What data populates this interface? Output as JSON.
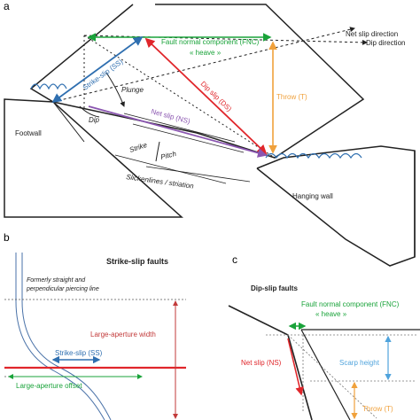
{
  "panel_a": {
    "panel_label": "a",
    "labels": {
      "net_slip_direction": "Net slip direction",
      "dip_direction": "Dip direction",
      "fault_normal_component": "Fault normal component (FNC)",
      "heave": "« heave »",
      "strike_slip": "Strike-slip (SS)",
      "dip_slip": "Dip slip (DS)",
      "throw": "Throw (T)",
      "plunge": "Plunge",
      "dip": "Dip",
      "net_slip": "Net slip (NS)",
      "strike": "Strike",
      "pitch": "Pitch",
      "slickenlines": "Slickenlines / striation",
      "footwall": "Footwall",
      "hanging_wall": "Hanging wall"
    }
  },
  "panel_b": {
    "panel_label": "b",
    "title": "Strike-slip faults",
    "note_line1": "Formerly straight and",
    "note_line2": "perpendicular piercing line",
    "large_aperture_width": "Large-aperture width",
    "strike_slip": "Strike-slip (SS)",
    "large_aperture_offset": "Large-aperture offset"
  },
  "panel_c": {
    "panel_label": "c",
    "title": "Dip-slip faults",
    "fault_normal_component": "Fault normal component (FNC)",
    "heave": "« heave »",
    "net_slip": "Net slip (NS)",
    "scarp_height": "Scarp height",
    "throw": "Throw (T)"
  },
  "colors": {
    "green": "#1aa33a",
    "blue": "#2f6fb0",
    "red": "#e0262b",
    "orange": "#f0a13c",
    "purple": "#8a55b0",
    "light_blue": "#4fa3dc",
    "text": "#222222",
    "dark_red": "#c23a3a"
  }
}
